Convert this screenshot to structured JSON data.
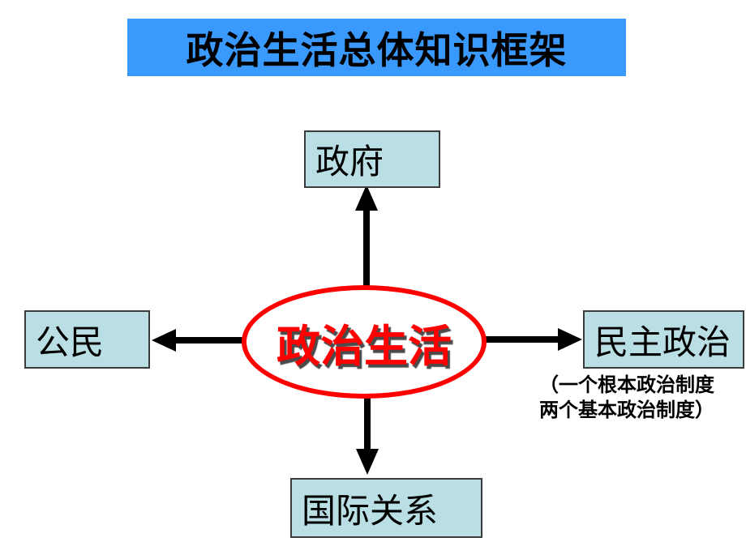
{
  "slide": {
    "title": "政治生活总体知识框架",
    "center_label": "政治生活",
    "nodes": {
      "top": {
        "label": "政府"
      },
      "left": {
        "label": "公民"
      },
      "right": {
        "label": "民主政治"
      },
      "bottom": {
        "label": "国际关系"
      }
    },
    "right_caption": {
      "line1": "（一个根本政治制度",
      "line2": "两个基本政治制度）"
    },
    "connectors": [
      {
        "from": "center",
        "to": "top",
        "direction": "up"
      },
      {
        "from": "center",
        "to": "left",
        "direction": "left"
      },
      {
        "from": "center",
        "to": "right",
        "direction": "right"
      },
      {
        "from": "center",
        "to": "bottom",
        "direction": "down"
      }
    ],
    "colors": {
      "banner_bg": "#3999FC",
      "title_text": "#000000",
      "node_bg": "#B9DEE3",
      "node_border": "#3B3B3B",
      "ellipse_border": "#FF0000",
      "center_text": "#FF0000",
      "arrow": "#000000"
    }
  }
}
